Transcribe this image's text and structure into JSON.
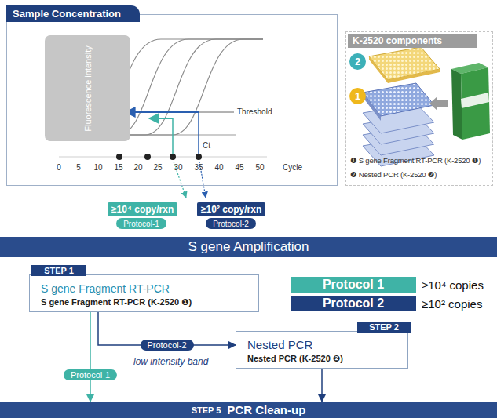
{
  "diagram": {
    "nodes": [
      {
        "text": [
          "Sample Concentration"
        ]
      },
      {
        "text": [
          "Fluorescence intensity"
        ],
        "in": 0
      },
      {
        "text": [
          "≥10⁴ copy/rxn"
        ]
      },
      {
        "text": [
          "Protocol-1"
        ]
      },
      {
        "text": [
          "≥10² copy/rxn"
        ]
      },
      {
        "text": [
          "Protocol-2"
        ]
      },
      {
        "text": [
          "K-2520 components",
          "❶ S gene Fragment RT-PCR (K-2520 ❶)",
          "❷ Nested PCR (K-2520 ❷)"
        ]
      },
      {
        "text": [
          "2"
        ],
        "in": 6
      },
      {
        "text": [
          "1"
        ],
        "in": 6
      },
      {
        "text": [
          "S gene Amplification"
        ]
      },
      {
        "text": [
          "S gene Fragment RT-PCR",
          "S gene Fragment RT-PCR (K-2520 ❶)"
        ]
      },
      {
        "text": [
          "STEP 1"
        ],
        "in": 10
      },
      {
        "text": [
          "Protocol 1"
        ]
      },
      {
        "text": [
          "Protocol 2"
        ]
      },
      {
        "text": [
          "Nested PCR",
          "Nested PCR (K-2520 ❷)"
        ]
      },
      {
        "text": [
          "STEP 2"
        ],
        "in": 14
      },
      {
        "text": [
          "STEP 5",
          "PCR Clean-up"
        ]
      }
    ],
    "edges": [
      {
        "from": 10,
        "to": 14,
        "label": "Protocol-2",
        "arrow": "to"
      },
      {
        "from": 10,
        "to": 16,
        "label": "Protocol-1",
        "arrow": "to"
      },
      {
        "from": 14,
        "to": 16,
        "arrow": "to"
      }
    ],
    "labels": [
      "Threshold",
      "Ct",
      "0",
      "5",
      "10",
      "15",
      "20",
      "25",
      "30",
      "35",
      "40",
      "45",
      "50",
      "Cycle",
      "≥10⁴ copies",
      "≥10² copies",
      "low intensity band"
    ]
  }
}
